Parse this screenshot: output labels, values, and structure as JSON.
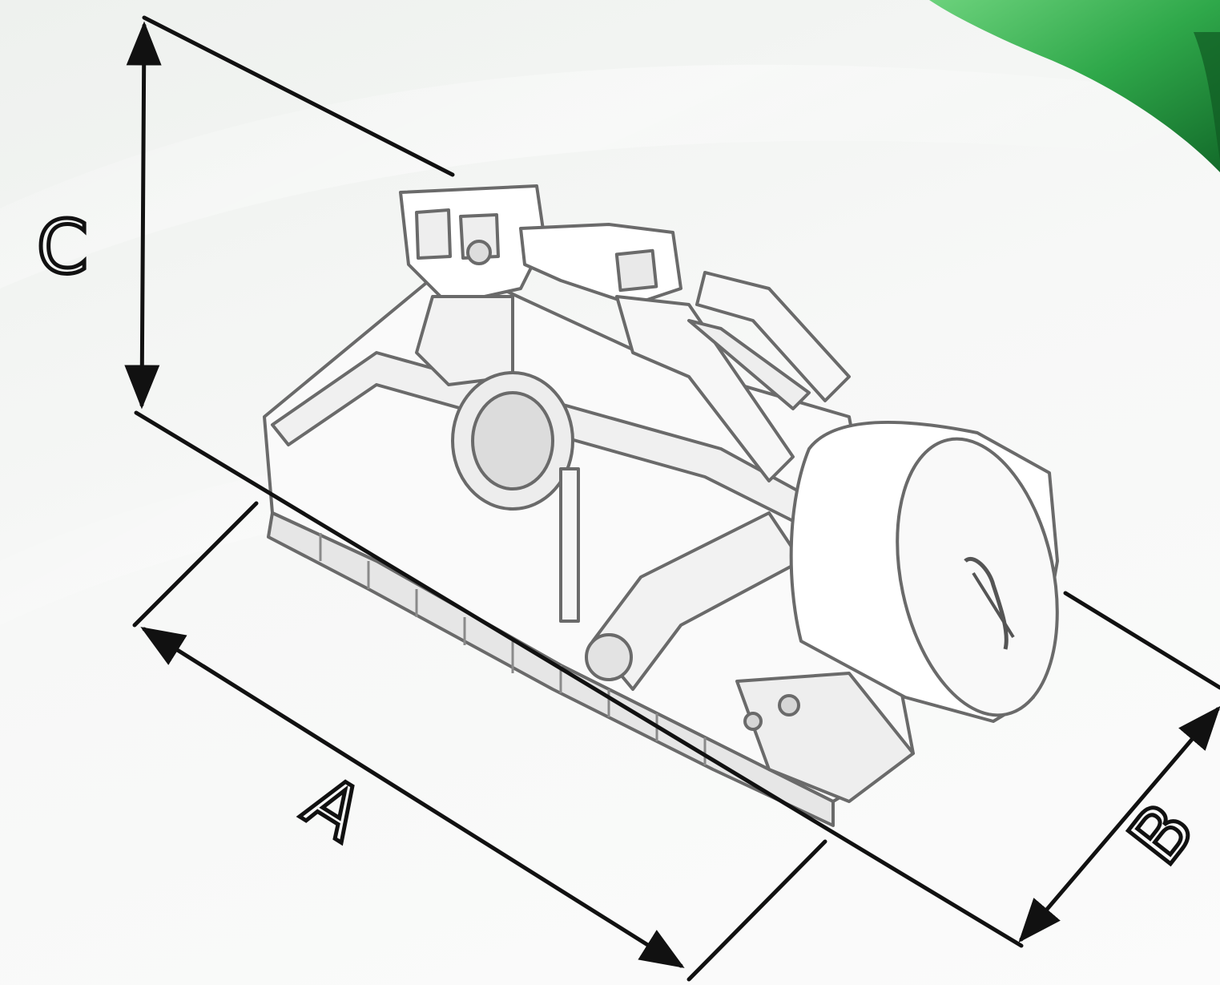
{
  "dimensions": {
    "a": {
      "label": "A"
    },
    "b": {
      "label": "B"
    },
    "c": {
      "label": "C"
    }
  },
  "colors": {
    "accent": "#2fa84a",
    "line": "#111111",
    "machine_stroke": "#6a6a6a",
    "background": "#f4f6f4"
  },
  "icons": {
    "machine": "rotary-tiller-icon",
    "corner_decoration": "green-swoosh"
  }
}
